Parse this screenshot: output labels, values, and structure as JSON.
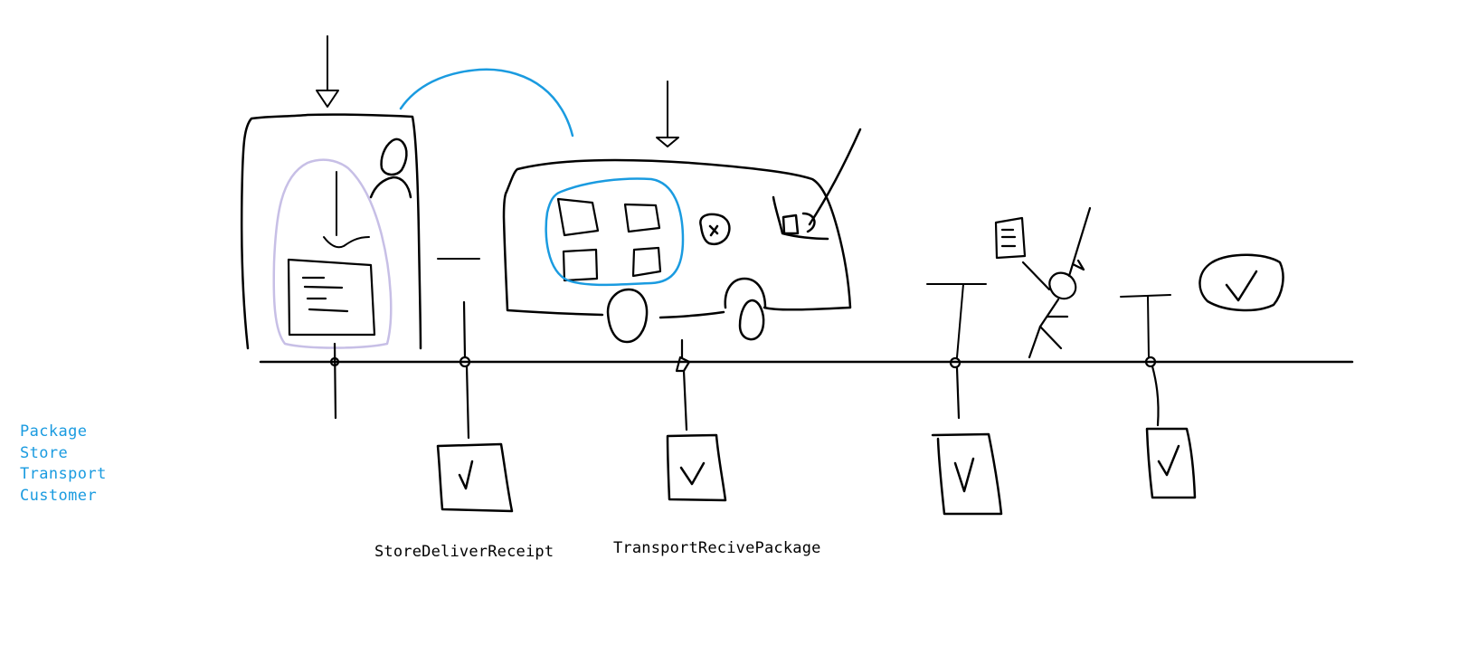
{
  "legend": {
    "color": "#1a9be0",
    "items": [
      "Package",
      "Store",
      "Transport",
      "Customer"
    ]
  },
  "captions": {
    "store_deliver_receipt": "StoreDeliverReceipt",
    "transport_receive_package": "TransportRecivePackage"
  },
  "colors": {
    "ink": "#000000",
    "blue": "#1a9be0",
    "lavender": "#c7bfe6"
  },
  "icons": {
    "store": "store-building-icon",
    "truck": "delivery-truck-icon",
    "package": "package-box-icon",
    "customer": "stick-figure-customer-icon",
    "check": "checkmark-icon"
  }
}
